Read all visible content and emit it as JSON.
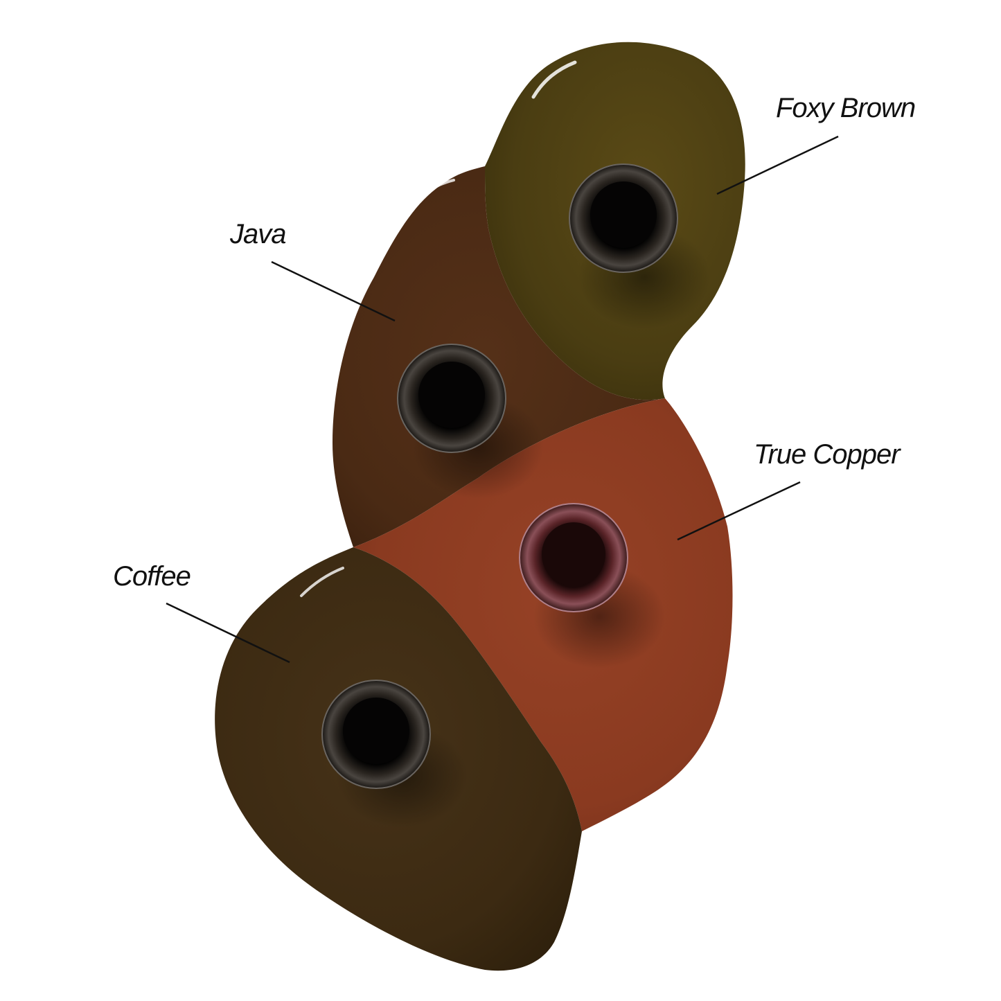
{
  "shades": [
    {
      "id": "foxy-brown",
      "name": "Foxy Brown",
      "color": "#4a3d12"
    },
    {
      "id": "java",
      "name": "Java",
      "color": "#4a2a14"
    },
    {
      "id": "true-copper",
      "name": "True Copper",
      "color": "#8a3a20"
    },
    {
      "id": "coffee",
      "name": "Coffee",
      "color": "#3c2a12"
    }
  ],
  "colors": {
    "background": "#ffffff",
    "label_text": "#111111",
    "leader_line": "#111111",
    "bottle_rim": "#1a1714",
    "bottle_opening": "#050404",
    "copper_bottle_rim": "#4a2020"
  }
}
